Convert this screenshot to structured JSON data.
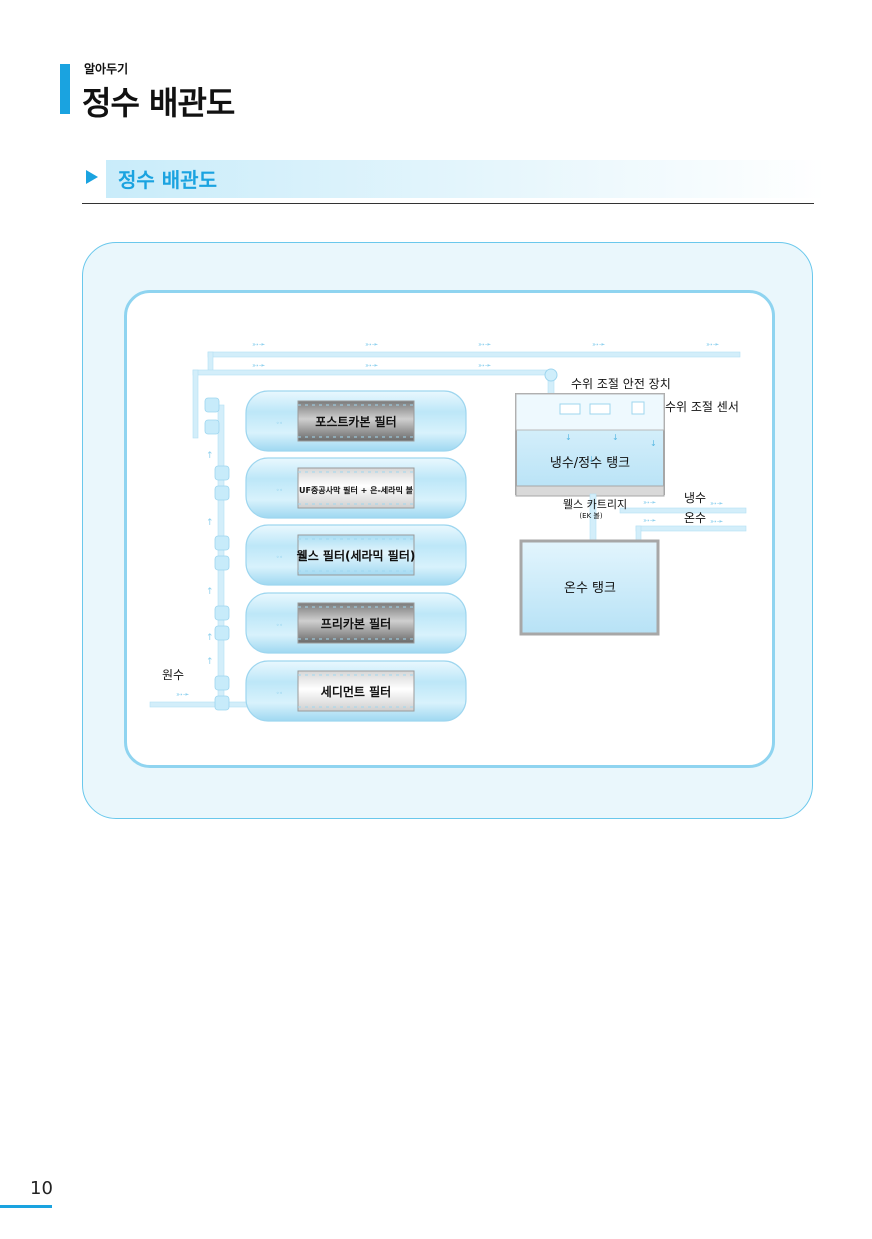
{
  "header": {
    "category": "알아두기",
    "title": "정수 배관도"
  },
  "section": {
    "title": "정수 배관도"
  },
  "diagram": {
    "filters": [
      {
        "label": "포스트카본 필터",
        "style": "dark"
      },
      {
        "label": "UF중공사막 필터 + 은-세라믹 볼",
        "style": "light"
      },
      {
        "label": "웰스 필터(세라믹 필터)",
        "style": "clear"
      },
      {
        "label": "프리카본 필터",
        "style": "dark"
      },
      {
        "label": "세디먼트 필터",
        "style": "light"
      }
    ],
    "labels": {
      "raw_water": "원수",
      "safety_device": "수위 조절 안전 장치",
      "level_sensor": "수위 조절 센서",
      "cold_tank": "냉수/정수 탱크",
      "wells_cartridge": "웰스 카트리지",
      "wells_cartridge_sub": "(EK 볼)",
      "cold_water": "냉수",
      "hot_water": "온수",
      "hot_tank": "온수 탱크"
    },
    "colors": {
      "pipe": "#bfe6f7",
      "filter_body": "#cdeefb",
      "accent": "#1aa3e0"
    }
  },
  "page": {
    "number": "10"
  }
}
